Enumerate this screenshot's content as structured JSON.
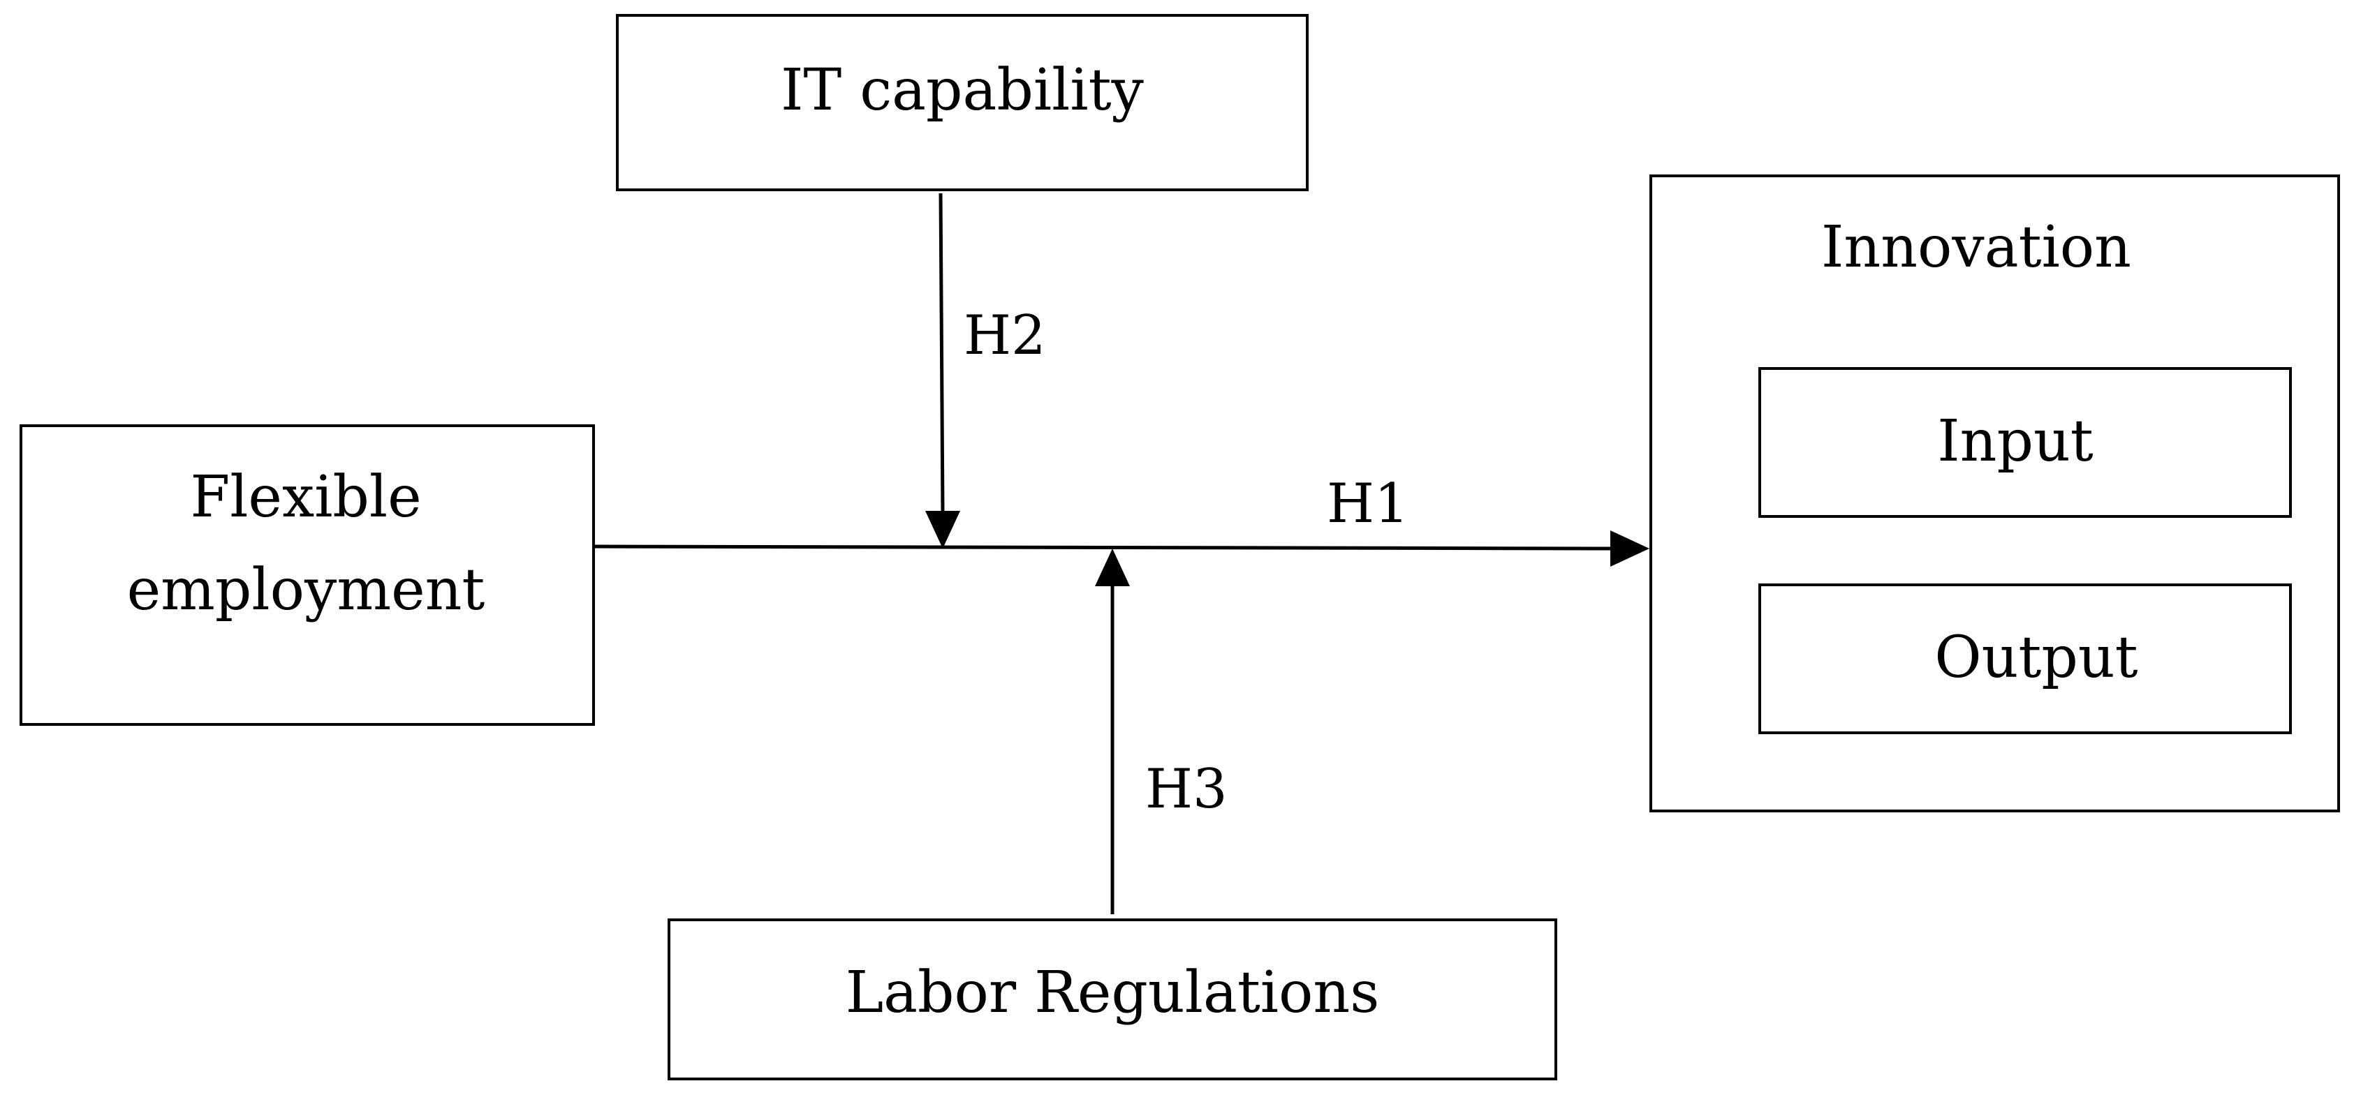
{
  "nodes": {
    "it_capability": "IT capability",
    "flexible_employment": [
      "Flexible",
      "employment"
    ],
    "labor_regulations": "Labor Regulations",
    "innovation": "Innovation",
    "input": "Input",
    "output": "Output"
  },
  "hypotheses": {
    "h1": "H1",
    "h2": "H2",
    "h3": "H3"
  },
  "colors": {
    "stroke": "#000000",
    "background": "#ffffff"
  }
}
